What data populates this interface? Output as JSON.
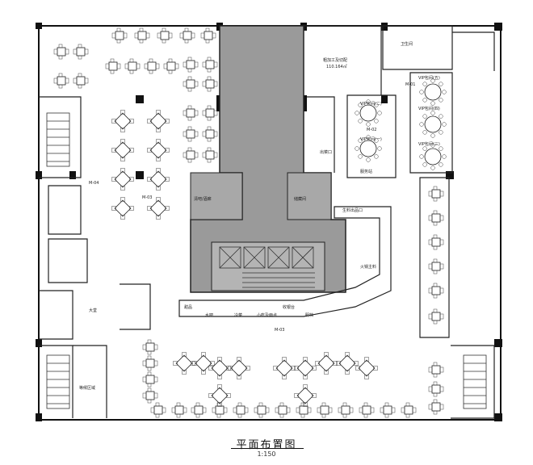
{
  "drawing": {
    "title": "平面布置图",
    "scale": "1:150"
  },
  "rooms": {
    "core_left": "清吧/酒廊",
    "core_right": "储藏间",
    "kitchen": "粗加工及切配",
    "kitchen_area": "110.164㎡",
    "hall": "大堂",
    "waiting": "等候区域",
    "wc": "卫生间",
    "vip1": "VIP包间(一)",
    "vip2": "VIP包间(二)",
    "vip3": "VIP包间(三)",
    "vip4": "VIP包间(四)",
    "vip5": "VIP包间(五)",
    "service": "服务站",
    "pass_out": "出菜口",
    "pass_in": "生料出品口",
    "bar": "水吧",
    "snack": "小吃及面点",
    "cold": "冷菜",
    "dessert": "甜品",
    "counter1": "收银台",
    "counter2": "明档",
    "fire": "火锅主料",
    "tag_m03": "M-03",
    "tag_m04": "M-04",
    "tag_m01": "M-01",
    "tag_m02": "M-02",
    "tag_m03b": "M-03"
  }
}
